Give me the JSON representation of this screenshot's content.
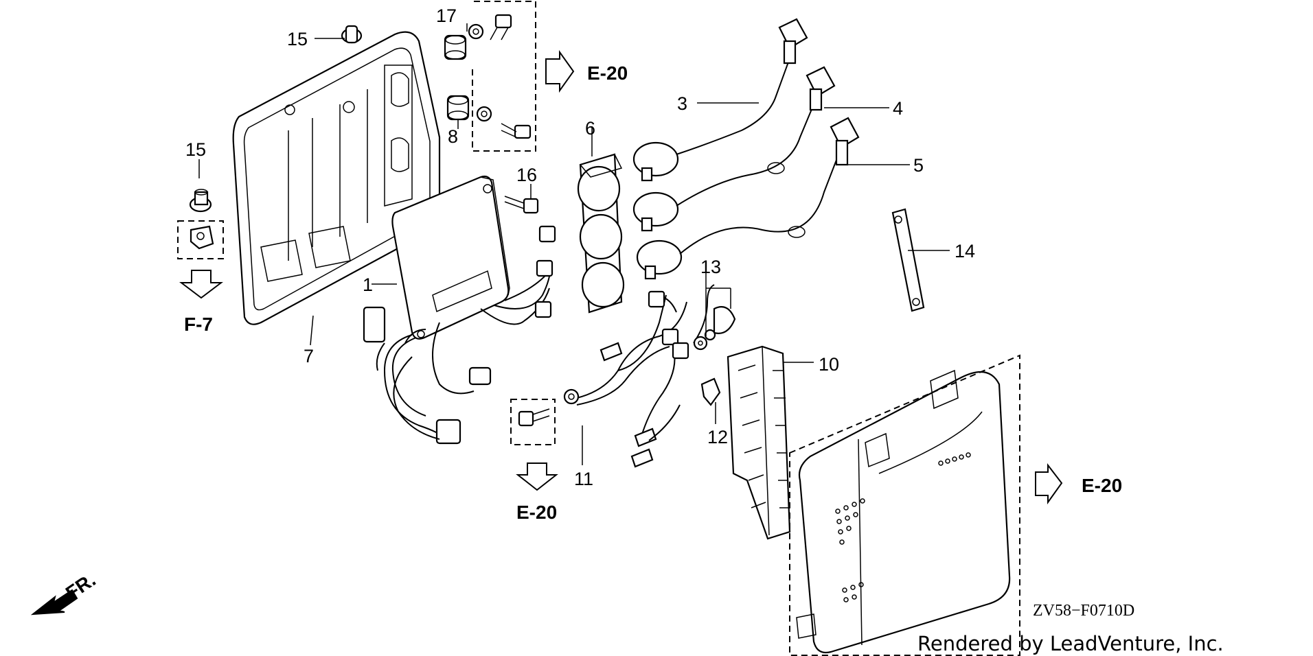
{
  "diagram": {
    "parts": [
      {
        "id": "p1",
        "label": "1"
      },
      {
        "id": "p3",
        "label": "3"
      },
      {
        "id": "p4",
        "label": "4"
      },
      {
        "id": "p5",
        "label": "5"
      },
      {
        "id": "p6",
        "label": "6"
      },
      {
        "id": "p7",
        "label": "7"
      },
      {
        "id": "p8",
        "label": "8"
      },
      {
        "id": "p10",
        "label": "10"
      },
      {
        "id": "p11",
        "label": "11"
      },
      {
        "id": "p12",
        "label": "12"
      },
      {
        "id": "p13",
        "label": "13"
      },
      {
        "id": "p14",
        "label": "14"
      },
      {
        "id": "p15a",
        "label": "15"
      },
      {
        "id": "p15b",
        "label": "15"
      },
      {
        "id": "p16",
        "label": "16"
      },
      {
        "id": "p17",
        "label": "17"
      }
    ],
    "references": [
      {
        "id": "ref-e20-top",
        "label": "E-20"
      },
      {
        "id": "ref-e20-bottom",
        "label": "E-20"
      },
      {
        "id": "ref-e20-right",
        "label": "E-20"
      },
      {
        "id": "ref-f7",
        "label": "F-7"
      }
    ],
    "direction_label": "FR.",
    "drawing_code": "ZV58−F0710D",
    "credit": "Rendered by LeadVenture, Inc."
  }
}
